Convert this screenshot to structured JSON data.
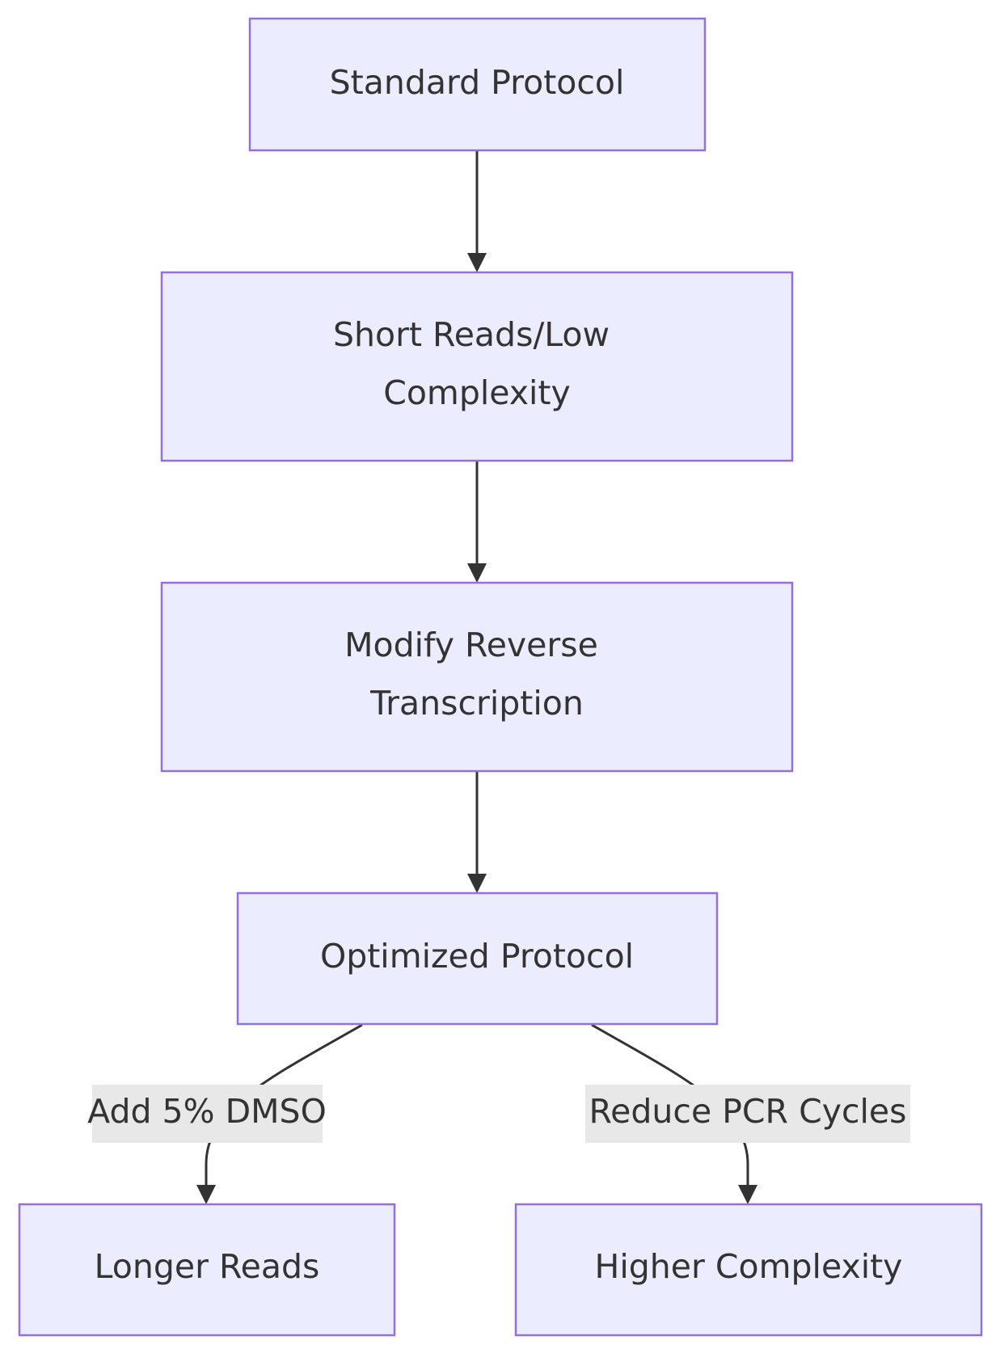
{
  "diagram": {
    "nodes": {
      "standard": {
        "label": "Standard Protocol"
      },
      "short_reads": {
        "line1": "Short Reads/Low",
        "line2": "Complexity"
      },
      "modify_rt": {
        "line1": "Modify Reverse",
        "line2": "Transcription"
      },
      "optimized": {
        "label": "Optimized Protocol"
      },
      "longer_reads": {
        "label": "Longer Reads"
      },
      "higher_complexity": {
        "label": "Higher Complexity"
      }
    },
    "edges": {
      "dmso": {
        "label": "Add 5% DMSO"
      },
      "pcr": {
        "label": "Reduce PCR Cycles"
      }
    },
    "colors": {
      "node_fill": "#ececff",
      "node_stroke": "#9370db",
      "edge": "#333333",
      "edge_label_bg": "#e8e8e8",
      "text": "#333333"
    }
  }
}
